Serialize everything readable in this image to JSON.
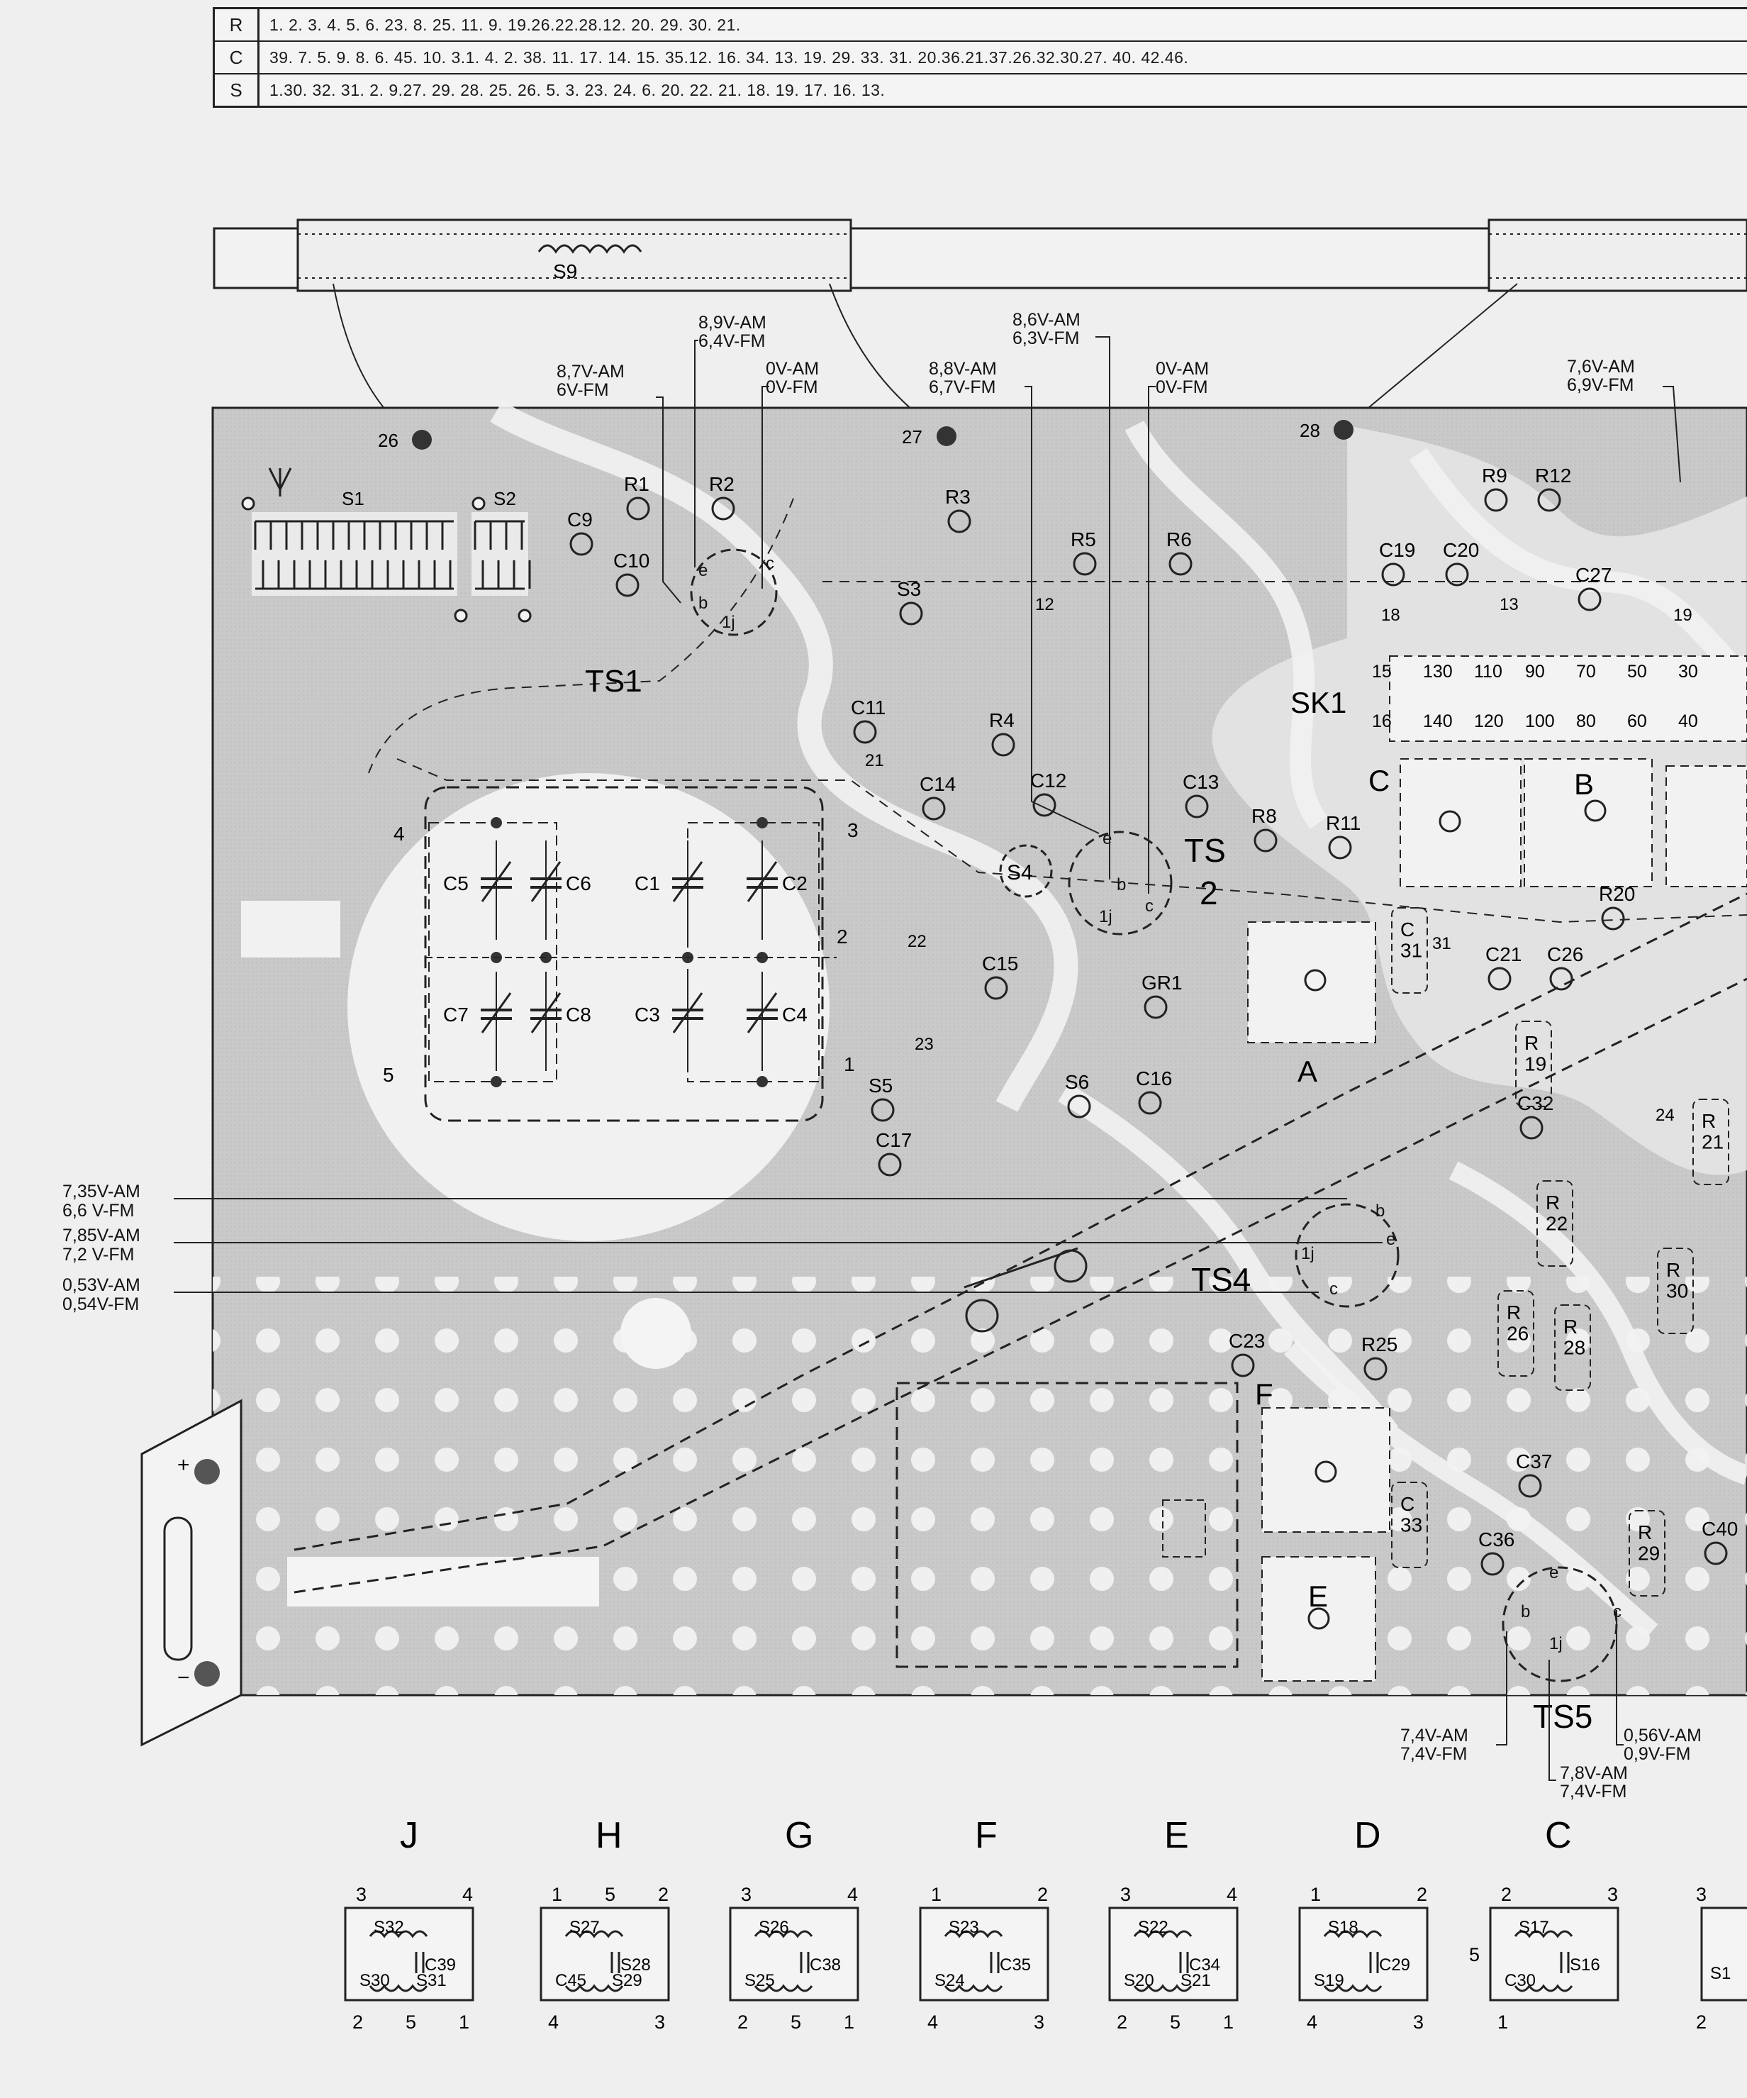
{
  "table": {
    "rows": [
      {
        "key": "R",
        "values": "                   1.          2.                              3.        4.        5.                6.     23. 8.          25.  11.          9. 19.26.22.28.12.   20. 29. 30.    21."
      },
      {
        "key": "C",
        "values": "       39. 7. 5.         9. 8. 6.   45. 10.   3.1.    4. 2.  38.   11. 17.  14.    15. 35.12.            16. 34. 13.                19. 29. 33. 31. 20.36.21.37.26.32.30.27.  40. 42.46."
      },
      {
        "key": "S",
        "values": "   1.30. 32. 31.     2.   9.27. 29.  28.              25. 26.                 5. 3.  23. 24.          6.     20. 22. 21.                18. 19.                  17. 16.                        13."
      }
    ]
  },
  "top_coil": "S9",
  "mount_points": [
    "26",
    "27",
    "28"
  ],
  "voltages": {
    "v1": [
      "8,7V-AM",
      "6V-FM"
    ],
    "v2": [
      "8,9V-AM",
      "6,4V-FM"
    ],
    "v3": [
      "0V-AM",
      "0V-FM"
    ],
    "v4": [
      "8,8V-AM",
      "6,7V-FM"
    ],
    "v5": [
      "8,6V-AM",
      "6,3V-FM"
    ],
    "v6": [
      "0V-AM",
      "0V-FM"
    ],
    "v7": [
      "7,6V-AM",
      "6,9V-FM"
    ],
    "left": [
      "7,35V-AM",
      "6,6 V-FM",
      "7,85V-AM",
      "7,2 V-FM",
      "0,53V-AM",
      "0,54V-FM"
    ],
    "ts5a": [
      "7,4V-AM",
      "7,4V-FM"
    ],
    "ts5b": [
      "7,8V-AM",
      "7,4V-FM"
    ],
    "ts5c": [
      "0,56V-AM",
      "0,9V-FM"
    ]
  },
  "components": {
    "resistors": [
      "R1",
      "R2",
      "R3",
      "R5",
      "R6",
      "R4",
      "R8",
      "R11",
      "R9",
      "R12",
      "R20",
      "R25"
    ],
    "resistors_v": [
      "R\n19",
      "R\n22",
      "R\n26",
      "R\n28",
      "R\n21",
      "R\n30",
      "R\n29"
    ],
    "caps": [
      "C9",
      "C10",
      "C11",
      "C14",
      "C12",
      "C13",
      "C15",
      "C16",
      "C17",
      "C19",
      "C20",
      "C27",
      "C21",
      "C26",
      "C23",
      "C32",
      "C36",
      "C37",
      "C40"
    ],
    "trimmer_caps": [
      "C5",
      "C6",
      "C1",
      "C2",
      "C7",
      "C8",
      "C3",
      "C4"
    ],
    "coils": [
      "S1",
      "S2",
      "S3",
      "S4",
      "S5",
      "S6"
    ],
    "transistors": [
      "TS1",
      "TS",
      "2",
      "TS4",
      "TS5"
    ],
    "diode": "GR1",
    "socket": "SK1",
    "modules": [
      "A",
      "B",
      "C",
      "E",
      "F"
    ],
    "capsVert": [
      "C\n31",
      "C\n33"
    ]
  },
  "pins": {
    "sk1_r1": [
      "15",
      "130",
      "110",
      "90",
      "70",
      "50",
      "30"
    ],
    "sk1_r2": [
      "16",
      "140",
      "120",
      "100",
      "80",
      "60",
      "40"
    ],
    "misc": [
      "12",
      "13",
      "18",
      "19",
      "21",
      "22",
      "23",
      "24",
      "31",
      "4",
      "3",
      "2",
      "5",
      "1"
    ]
  },
  "coil_legend": {
    "letters": [
      "J",
      "H",
      "G",
      "F",
      "E",
      "D",
      "C"
    ],
    "boxes": [
      {
        "top": [
          "3",
          "4"
        ],
        "bottom": [
          "2",
          "5",
          "1"
        ],
        "labels": [
          "S32",
          "C39",
          "S30",
          "S31"
        ]
      },
      {
        "top": [
          "1",
          "5",
          "2"
        ],
        "bottom": [
          "4",
          "3"
        ],
        "labels": [
          "S27",
          "S28",
          "C45",
          "S29"
        ]
      },
      {
        "top": [
          "3",
          "4"
        ],
        "bottom": [
          "2",
          "5",
          "1"
        ],
        "labels": [
          "S26",
          "C38",
          "S25"
        ]
      },
      {
        "top": [
          "1",
          "2"
        ],
        "bottom": [
          "4",
          "3"
        ],
        "labels": [
          "S23",
          "C35",
          "S24"
        ]
      },
      {
        "top": [
          "3",
          "4"
        ],
        "bottom": [
          "2",
          "5",
          "1"
        ],
        "labels": [
          "S22",
          "C34",
          "S20",
          "S21"
        ]
      },
      {
        "top": [
          "1",
          "2"
        ],
        "bottom": [
          "4",
          "3"
        ],
        "labels": [
          "S18",
          "C29",
          "S19"
        ]
      },
      {
        "top": [
          "2",
          "3"
        ],
        "bottom": [
          "1"
        ],
        "side": "5",
        "labels": [
          "S17",
          "S16",
          "C30"
        ]
      }
    ],
    "partial": {
      "top": "3",
      "bottom": "2",
      "label": "S1"
    }
  }
}
